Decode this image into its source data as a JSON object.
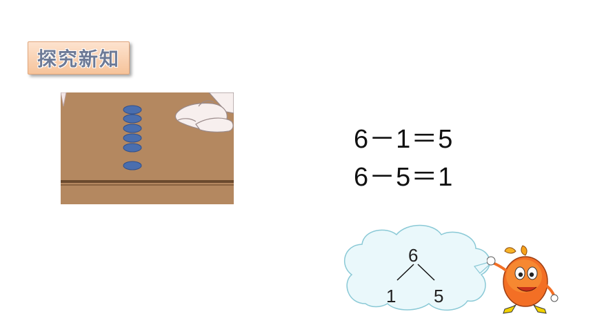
{
  "header": {
    "title": "探究新知"
  },
  "equations": [
    "6－1＝5",
    "6－5＝1"
  ],
  "number_bond": {
    "whole": "6",
    "left": "1",
    "right": "5"
  },
  "colors": {
    "table": "#b48860",
    "bead": "#4a6eae",
    "badge": "#f6c39a",
    "cloud": "#eaf8fb"
  },
  "icons": {
    "mascot": "orange-mascot-icon",
    "scene": "counting-beads-on-table"
  }
}
